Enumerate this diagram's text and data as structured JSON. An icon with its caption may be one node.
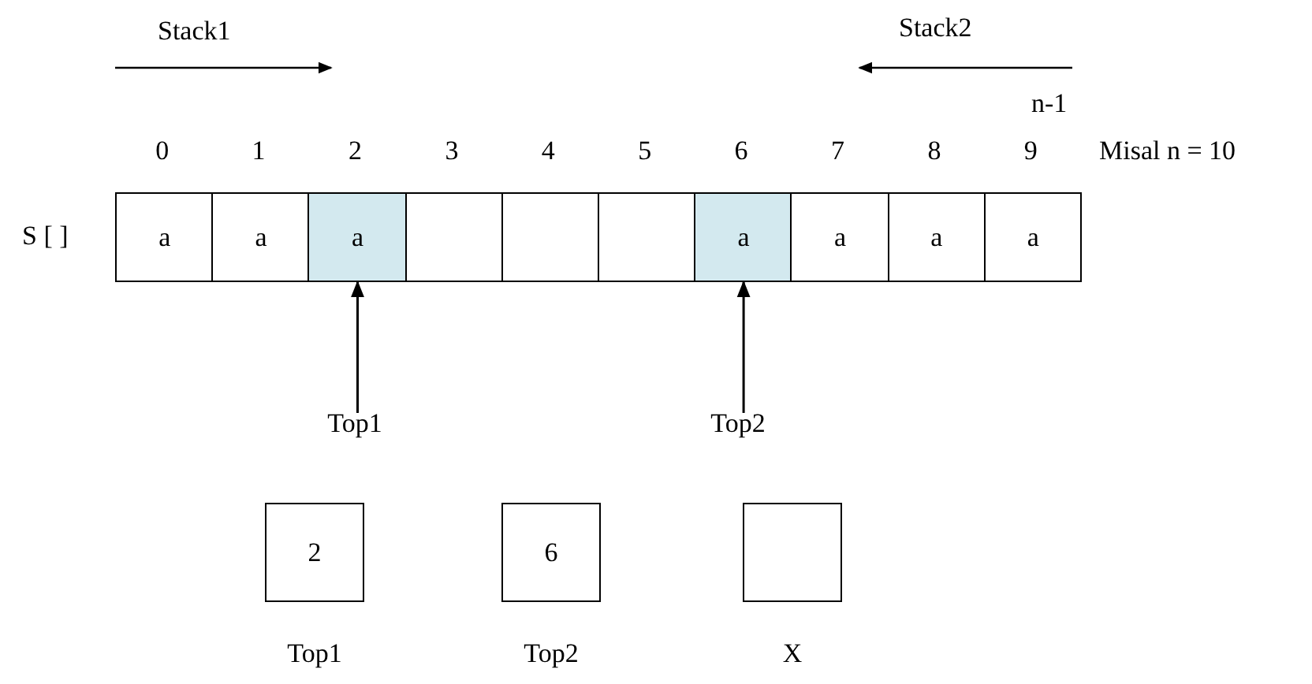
{
  "diagram": {
    "nodes": [
      {
        "text": [
          "a"
        ]
      },
      {
        "text": [
          "a"
        ]
      },
      {
        "text": [
          "a"
        ]
      },
      {
        "text": [],
        "shape": "box"
      },
      {
        "text": [],
        "shape": "box"
      },
      {
        "text": [],
        "shape": "box"
      },
      {
        "text": [
          "a"
        ]
      },
      {
        "text": [
          "a"
        ]
      },
      {
        "text": [
          "a"
        ]
      },
      {
        "text": [
          "a"
        ]
      },
      {
        "text": [
          "Top1"
        ]
      },
      {
        "text": [
          "Top2"
        ]
      },
      {
        "text": [
          "2"
        ],
        "beside": [
          "Top1"
        ]
      },
      {
        "text": [
          "6"
        ],
        "beside": [
          "Top2"
        ]
      },
      {
        "text": [],
        "shape": "box",
        "beside": [
          "X"
        ]
      }
    ],
    "edges": [
      {
        "from": 10,
        "to": 2,
        "arrow": "to"
      },
      {
        "from": 11,
        "to": 6,
        "arrow": "to"
      }
    ],
    "labels": [
      "Stack1",
      "Stack2",
      "n-1",
      "0",
      "1",
      "2",
      "3",
      "4",
      "5",
      "6",
      "7",
      "8",
      "9",
      "Misal n = 10",
      "S [ ]"
    ]
  }
}
